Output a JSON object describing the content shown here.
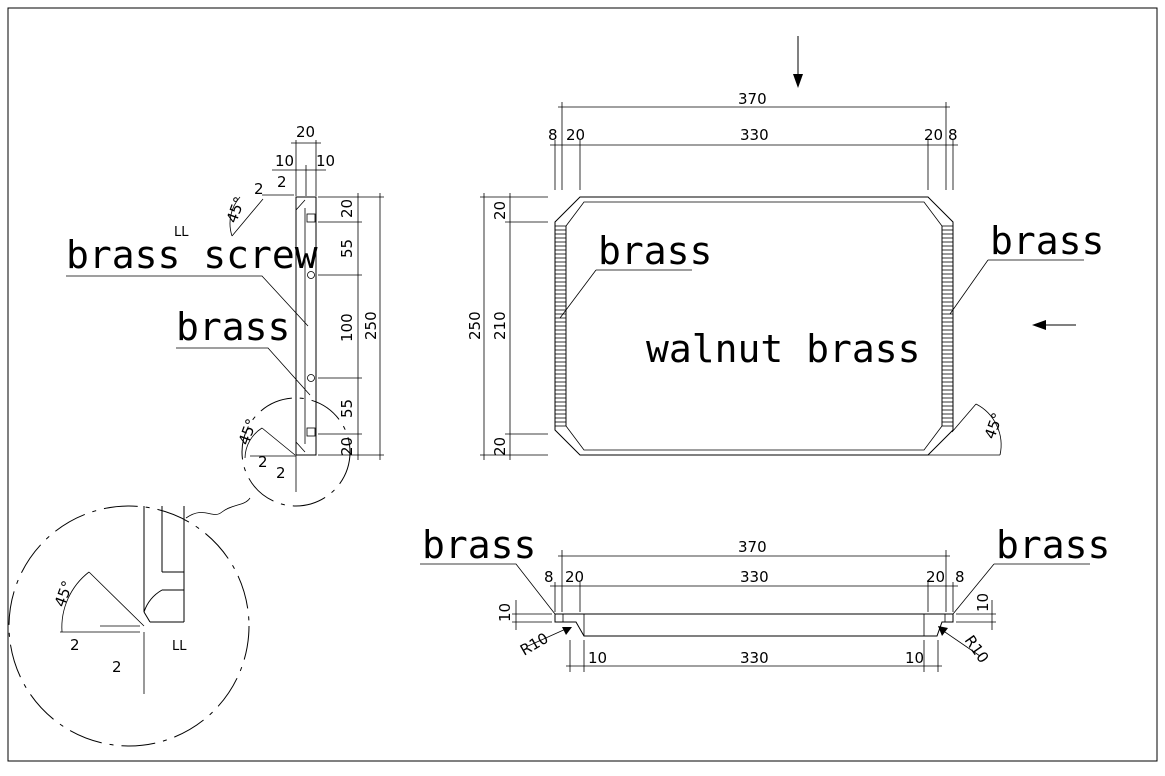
{
  "labels": {
    "brass_screw": "brass screw",
    "brass": "brass",
    "walnut_brass": "walnut brass",
    "ll": "LL",
    "r10": "R10",
    "angle45": "45°"
  },
  "side_view": {
    "top_width": "20",
    "top_left": "10",
    "top_right": "10",
    "corner_2": "2",
    "corner_2b": "2",
    "segments": [
      "20",
      "55",
      "100",
      "55",
      "20"
    ],
    "total": "250",
    "bottom_2a": "2",
    "bottom_2b": "2"
  },
  "front_view": {
    "overall_width": "370",
    "inner_width": "330",
    "left_edge": "8",
    "left_bevel": "20",
    "right_bevel": "20",
    "right_edge": "8",
    "overall_height": "250",
    "inner_height": "210",
    "top_bevel": "20",
    "bottom_bevel": "20"
  },
  "bottom_view": {
    "overall_width": "370",
    "inner_width": "330",
    "left_edge": "8",
    "left_bevel": "20",
    "right_bevel": "20",
    "right_edge": "8",
    "left_thickness": "10",
    "right_thickness": "10",
    "base_left": "10",
    "base_width": "330",
    "base_right": "10"
  },
  "detail": {
    "dim_2a": "2",
    "dim_2b": "2"
  }
}
